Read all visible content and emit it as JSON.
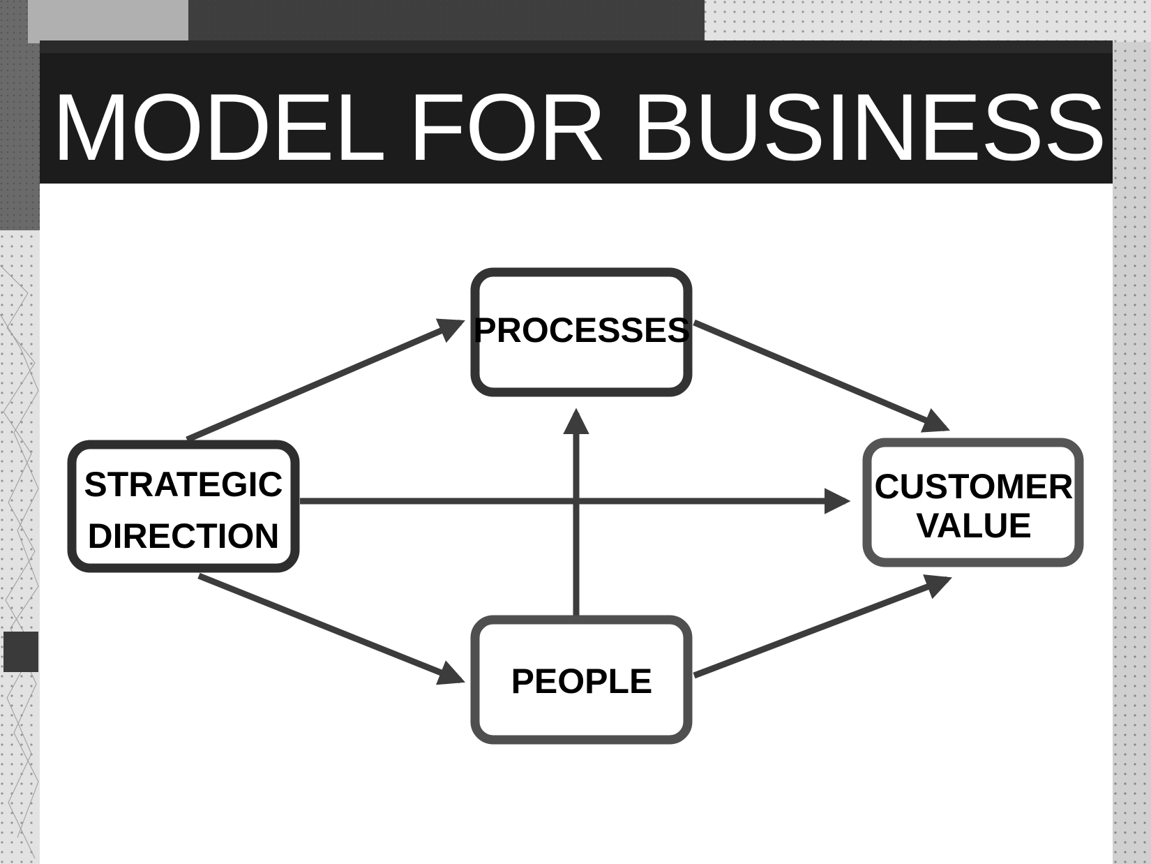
{
  "title": "MODEL FOR BUSINESS",
  "colors": {
    "title_bar": "#1c1c1c",
    "title_text": "#ffffff",
    "panel": "#ffffff",
    "node_border_dark": "#2e2e2e",
    "node_border_light": "#4f4f4f",
    "arrow": "#3c3c3c"
  },
  "nodes": {
    "strategic": {
      "line1": "STRATEGIC",
      "line2": "DIRECTION"
    },
    "processes": {
      "line1": "PROCESSES"
    },
    "people": {
      "line1": "PEOPLE"
    },
    "customer": {
      "line1": "CUSTOMER",
      "line2": "VALUE"
    }
  },
  "edges": [
    {
      "from": "STRATEGIC DIRECTION",
      "to": "PROCESSES"
    },
    {
      "from": "STRATEGIC DIRECTION",
      "to": "CUSTOMER VALUE"
    },
    {
      "from": "STRATEGIC DIRECTION",
      "to": "PEOPLE"
    },
    {
      "from": "PEOPLE",
      "to": "PROCESSES"
    },
    {
      "from": "PROCESSES",
      "to": "CUSTOMER VALUE"
    },
    {
      "from": "PEOPLE",
      "to": "CUSTOMER VALUE"
    }
  ]
}
